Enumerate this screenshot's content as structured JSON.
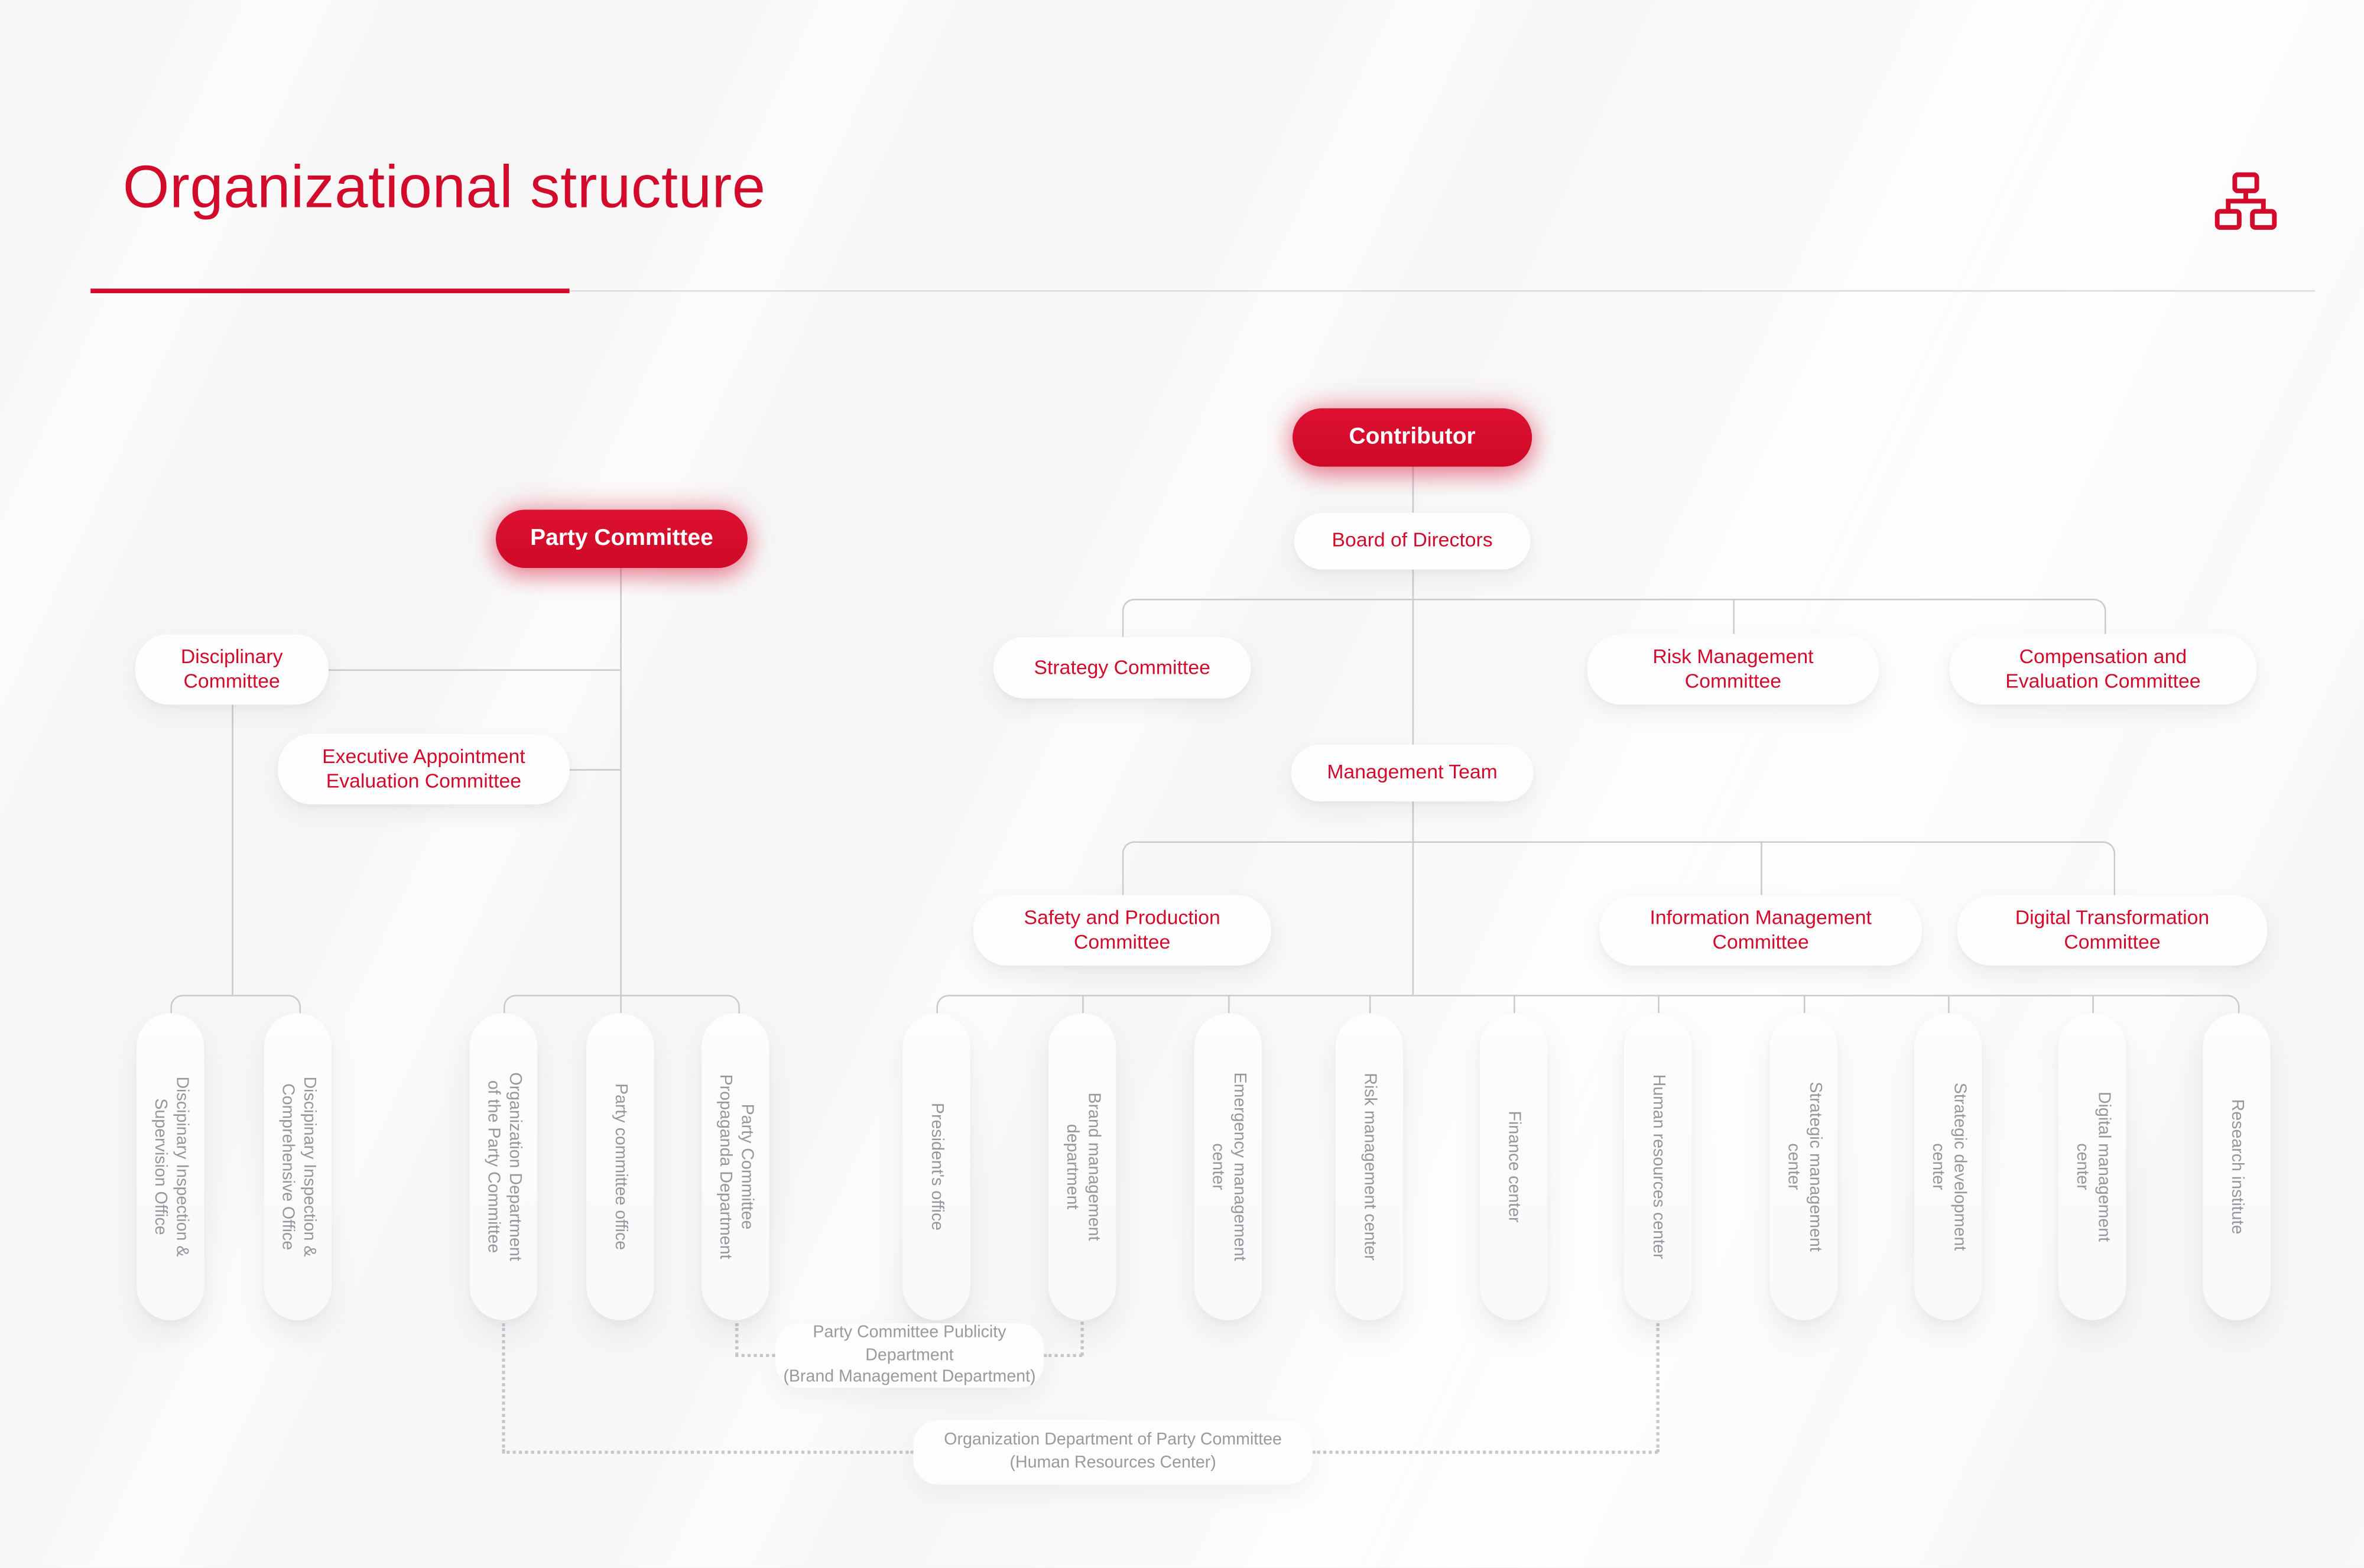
{
  "title": "Organizational structure",
  "colors": {
    "accent": "#D20A2B",
    "line": "#CBCBCE",
    "muted_text": "#97979B"
  },
  "icons": {
    "top_right": "org-chart-icon"
  },
  "nodes": {
    "contributor": "Contributor",
    "board": "Board of Directors",
    "strategy": "Strategy Committee",
    "risk": "Risk Management\nCommittee",
    "compensation": "Compensation and\nEvaluation Committee",
    "management": "Management Team",
    "safety": "Safety and Production\nCommittee",
    "info": "Information Management\nCommittee",
    "digital": "Digital Transformation\nCommittee",
    "party": "Party Committee",
    "disciplinary": "Disciplinary\nCommittee",
    "executive": "Executive Appointment\nEvaluation Committee"
  },
  "leaves": [
    "Discipinary Inspection &\nSupervision Office",
    "Discipinary Inspection &\nComprehensive Office",
    "Organization Department\nof the Party Committee",
    "Party committee office",
    "Party Committee\nPropaganda Department",
    "President's office",
    "Brand management\ndepartment",
    "Emergency management\ncenter",
    "Risk management center",
    "Finance center",
    "Human resources center",
    "Strategic management\ncenter",
    "Strategic development\ncenter",
    "Digital management\ncenter",
    "Research institute"
  ],
  "notes": [
    "Party Committee Publicity Department\n(Brand Management Department)",
    "Organization Department of Party Committee\n(Human Resources Center)"
  ]
}
